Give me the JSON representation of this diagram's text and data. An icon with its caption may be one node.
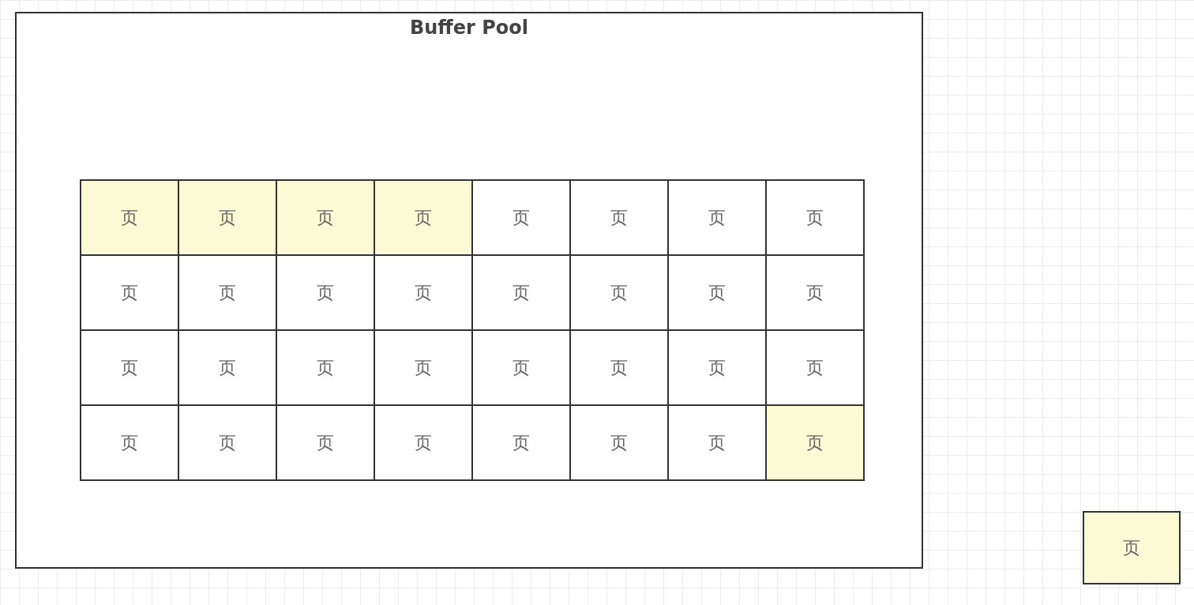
{
  "diagram": {
    "nodes": [
      {
        "text": [
          "Buffer Pool"
        ]
      },
      {
        "text": [
          "页"
        ],
        "in": 0
      },
      {
        "text": [
          "页"
        ],
        "in": 0
      },
      {
        "text": [
          "页"
        ],
        "in": 0
      },
      {
        "text": [
          "页"
        ],
        "in": 0
      },
      {
        "text": [
          "页"
        ],
        "in": 0
      },
      {
        "text": [
          "页"
        ],
        "in": 0
      },
      {
        "text": [
          "页"
        ],
        "in": 0
      },
      {
        "text": [
          "页"
        ],
        "in": 0
      },
      {
        "text": [
          "页"
        ],
        "in": 0
      },
      {
        "text": [
          "页"
        ],
        "in": 0
      },
      {
        "text": [
          "页"
        ],
        "in": 0
      },
      {
        "text": [
          "页"
        ],
        "in": 0
      },
      {
        "text": [
          "页"
        ],
        "in": 0
      },
      {
        "text": [
          "页"
        ],
        "in": 0
      },
      {
        "text": [
          "页"
        ],
        "in": 0
      },
      {
        "text": [
          "页"
        ],
        "in": 0
      },
      {
        "text": [
          "页"
        ],
        "in": 0
      },
      {
        "text": [
          "页"
        ],
        "in": 0
      },
      {
        "text": [
          "页"
        ],
        "in": 0
      },
      {
        "text": [
          "页"
        ],
        "in": 0
      },
      {
        "text": [
          "页"
        ],
        "in": 0
      },
      {
        "text": [
          "页"
        ],
        "in": 0
      },
      {
        "text": [
          "页"
        ],
        "in": 0
      },
      {
        "text": [
          "页"
        ],
        "in": 0
      },
      {
        "text": [
          "页"
        ],
        "in": 0
      },
      {
        "text": [
          "页"
        ],
        "in": 0
      },
      {
        "text": [
          "页"
        ],
        "in": 0
      },
      {
        "text": [
          "页"
        ],
        "in": 0
      },
      {
        "text": [
          "页"
        ],
        "in": 0
      },
      {
        "text": [
          "页"
        ],
        "in": 0
      },
      {
        "text": [
          "页"
        ],
        "in": 0
      },
      {
        "text": [
          "页"
        ],
        "in": 0
      },
      {
        "text": [
          "页"
        ]
      }
    ],
    "edges": []
  }
}
